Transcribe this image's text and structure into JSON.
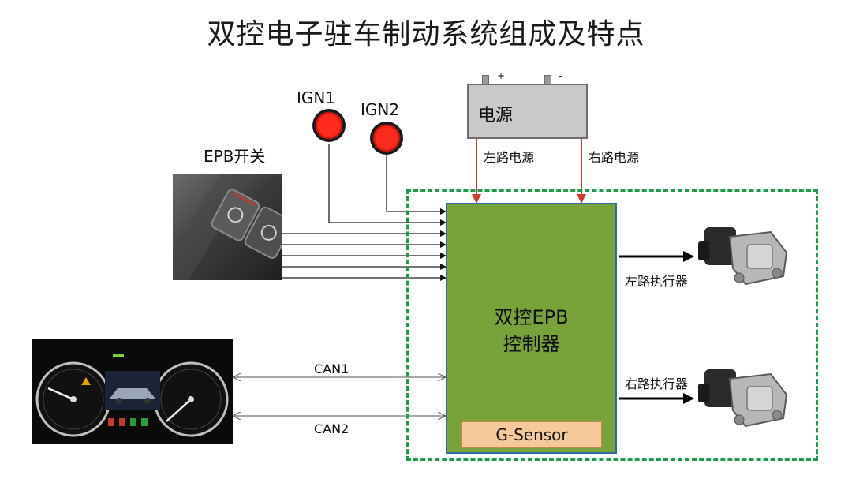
{
  "title": "双控电子驻车制动系统组成及特点",
  "ign1_label": "IGN1",
  "ign2_label": "IGN2",
  "epb_switch_label": "EPB开关",
  "power_label": "电源",
  "battery_plus": "+",
  "battery_minus": "-",
  "left_power_label": "左路电源",
  "right_power_label": "右路电源",
  "controller_line1": "双控EPB",
  "controller_line2": "控制器",
  "gsensor_label": "G-Sensor",
  "left_actuator_label": "左路执行器",
  "right_actuator_label": "右路执行器",
  "can1_label": "CAN1",
  "can2_label": "CAN2",
  "colors": {
    "controller": "#77a33a",
    "dashed_border": "#1f9a4a",
    "power_arrows": "#d23a2a",
    "lamp": "#ff2a1e"
  }
}
